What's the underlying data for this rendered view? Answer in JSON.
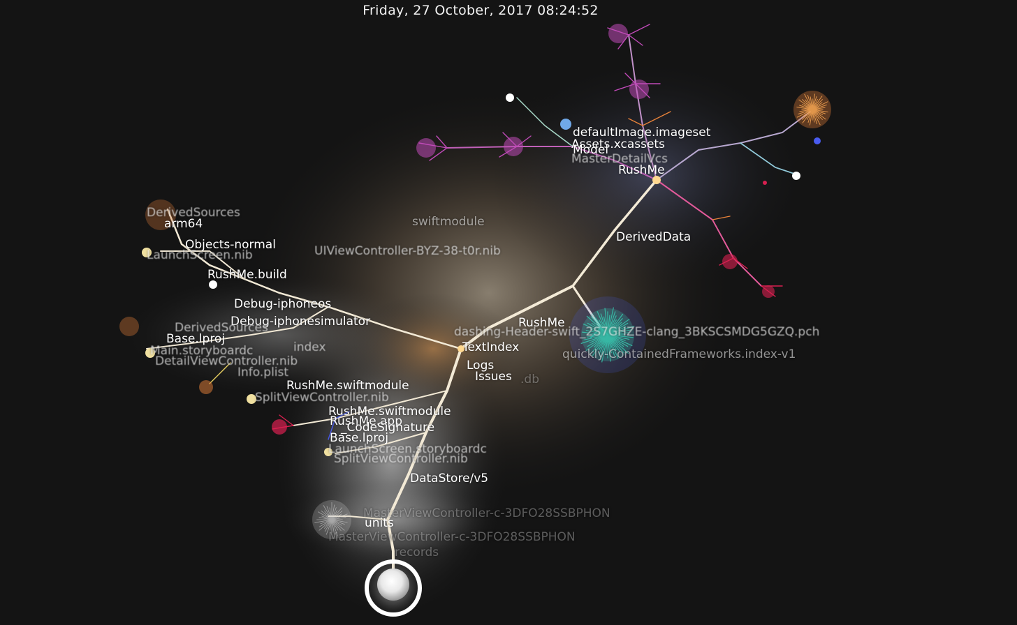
{
  "timestamp": "Friday, 27 October, 2017 08:24:52",
  "nodes": {
    "default_image": "defaultImage.imageset",
    "assets": "Assets.xcassets",
    "model": "Model",
    "master_detail": "MasterDetailVcs",
    "rushme_top": "RushMe",
    "derived_data": "DerivedData",
    "rushme_mid": "RushMe",
    "text_index": "TextIndex",
    "logs": "Logs",
    "issues": "Issues",
    "arm64": "arm64",
    "objects_normal": "Objects-normal",
    "rushme_build": "RushMe.build",
    "debug_iphoneos": "Debug-iphoneos",
    "debug_iphonesimulator": "Debug-iphonesimulator",
    "base_lproj_left": "Base.lproj",
    "rushme_swiftmodule_1": "RushMe.swiftmodule",
    "rushme_swiftmodule_2": "RushMe.swiftmodule",
    "rushme_app": "RushMe.app",
    "code_signature": "_CodeSignature",
    "base_lproj_mid": "Base.lproj",
    "data_store": "DataStore/v5",
    "units": "units",
    "records": "records",
    "swiftmodule_file": "swiftmodule",
    "quickly_index": "quickly-ContainedFrameworks.index-v1",
    "vc_label": "MasterViewController-c-3DFO28SSBPHON",
    "pch_label": "dashing-Header-swift_2S7GHZE-clang_3BKSCSMDG5GZQ.pch",
    "nib_1": "LaunchScreen.nib",
    "nib_2": "Main.storyboardc",
    "nib_3": "DetailViewController.nib",
    "nib_4": "SplitViewController.nib",
    "derived_sources": "DerivedSources",
    "index": "index",
    "nib_5": "UIViewController-BYZ-38-t0r.nib",
    "nib_6": "Info.plist",
    "launch_screen": "LaunchScreen.storyboardc",
    "db": ".db",
    "bubble_nib": "RushMe.swiftmodule"
  },
  "colors": {
    "background": "#141414",
    "branch": "#f3ead6",
    "glow": "#d8c8a8",
    "magenta": "#c04ab8",
    "orange": "#e8823a",
    "teal": "#38c8b0",
    "blue": "#4a5cf0",
    "red": "#d82050",
    "yellow": "#e8d060"
  }
}
